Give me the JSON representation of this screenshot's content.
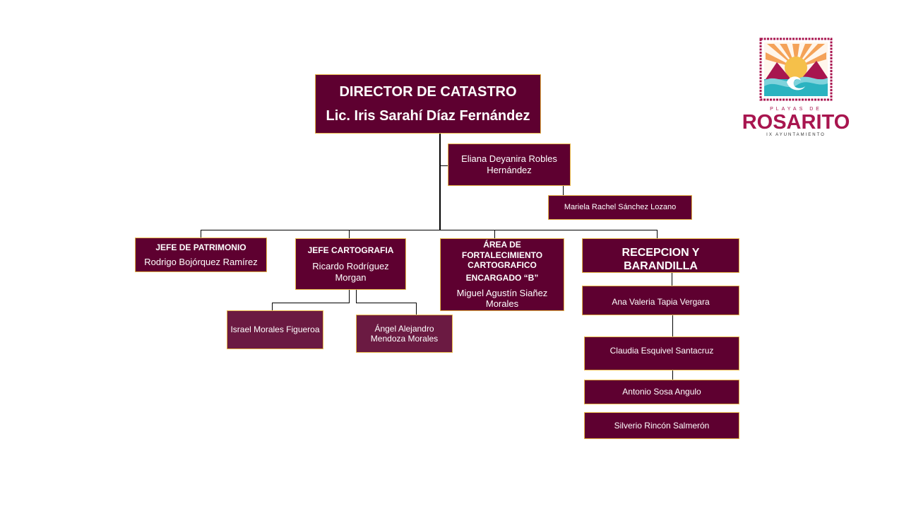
{
  "director": {
    "title": "DIRECTOR DE CATASTRO",
    "name": "Lic. Iris Sarahí Díaz Fernández"
  },
  "assistant": {
    "name": "Eliana Deyanira Robles Hernández"
  },
  "assistant_sub": {
    "name": "Mariela Rachel Sánchez Lozano"
  },
  "patrimonio": {
    "title": "JEFE DE PATRIMONIO",
    "name": "Rodrigo Bojórquez Ramírez"
  },
  "cartografia": {
    "title": "JEFE CARTOGRAFIA",
    "name": "Ricardo Rodríguez Morgan",
    "staff": [
      {
        "name": "Israel Morales Figueroa"
      },
      {
        "name": "Ángel Alejandro Mendoza  Morales"
      }
    ]
  },
  "fortalecimiento": {
    "title": "ÁREA DE FORTALECIMIENTO CARTOGRAFICO",
    "subtitle": "ENCARGADO  “B”",
    "name": "Miguel Agustín Siañez Morales"
  },
  "recepcion": {
    "title": "RECEPCION Y BARANDILLA",
    "staff": [
      {
        "name": "Ana Valeria Tapia Vergara"
      },
      {
        "name": "Claudia  Esquivel  Santacruz"
      },
      {
        "name": "Antonio  Sosa  Angulo"
      },
      {
        "name": "Silverio  Rincón  Salmerón"
      }
    ]
  },
  "logo": {
    "top_text": "PLAYAS DE",
    "main_text": "ROSARITO",
    "bottom_text": "IX AYUNTAMIENTO",
    "colors": {
      "brand": "#a8154f",
      "sun": "#f5c04a",
      "rays": "#f4a259",
      "wave": "#2bb3c0"
    }
  },
  "colors": {
    "box_fill": "#5e0030",
    "box_border": "#e8b84a",
    "box_text": "#ffffff",
    "connector": "#000000"
  }
}
